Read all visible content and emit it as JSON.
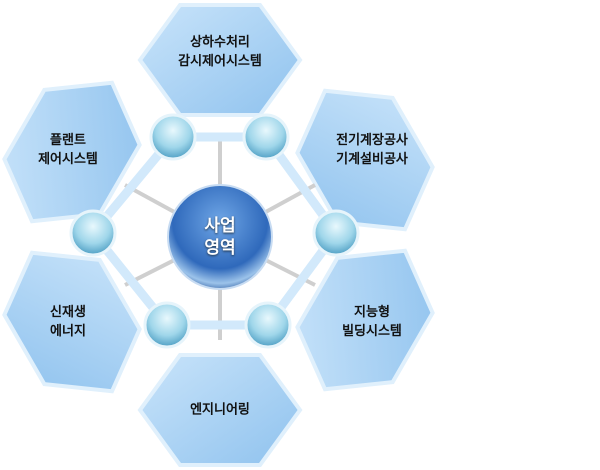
{
  "center": {
    "line1": "사업",
    "line2": "영역"
  },
  "areas": [
    {
      "line1": "상하수처리",
      "line2": "감시제어시스템"
    },
    {
      "line1": "전기계장공사",
      "line2": "기계설비공사"
    },
    {
      "line1": "지능형",
      "line2": "빌딩시스템"
    },
    {
      "line1": "엔지니어링",
      "line2": ""
    },
    {
      "line1": "신재생",
      "line2": "에너지"
    },
    {
      "line1": "플랜트",
      "line2": "제어시스템"
    }
  ],
  "colors": {
    "hex_fill": "#a9d2f5",
    "hex_edge": "#d6ebfb",
    "center": "#2f6fc0",
    "sphere": "#8fcfe6"
  }
}
